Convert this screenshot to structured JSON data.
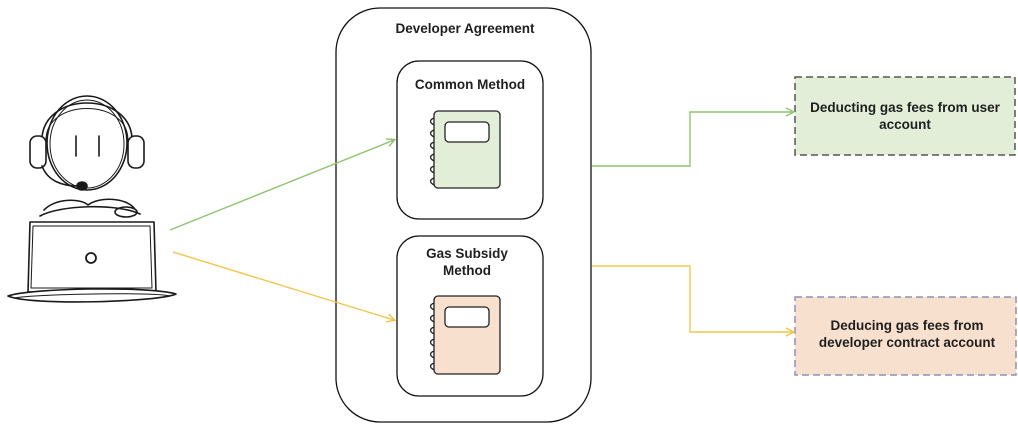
{
  "diagram": {
    "container": {
      "title": "Developer Agreement"
    },
    "methods": [
      {
        "label": "Common Method",
        "fill": "#e2eed8"
      },
      {
        "label": "Gas Subsidy Method",
        "fill": "#f8e0cf"
      }
    ],
    "outcomes": [
      {
        "label": "Deducting gas fees from user account",
        "fill": "#e2eed8",
        "border": "#555555"
      },
      {
        "label": "Deducing gas fees from developer contract account",
        "fill": "#f8e0cf",
        "border": "#8b93b8"
      }
    ],
    "colors": {
      "green_arrow": "#8ec46d",
      "yellow_arrow": "#f2c547",
      "outline": "#111111"
    }
  }
}
